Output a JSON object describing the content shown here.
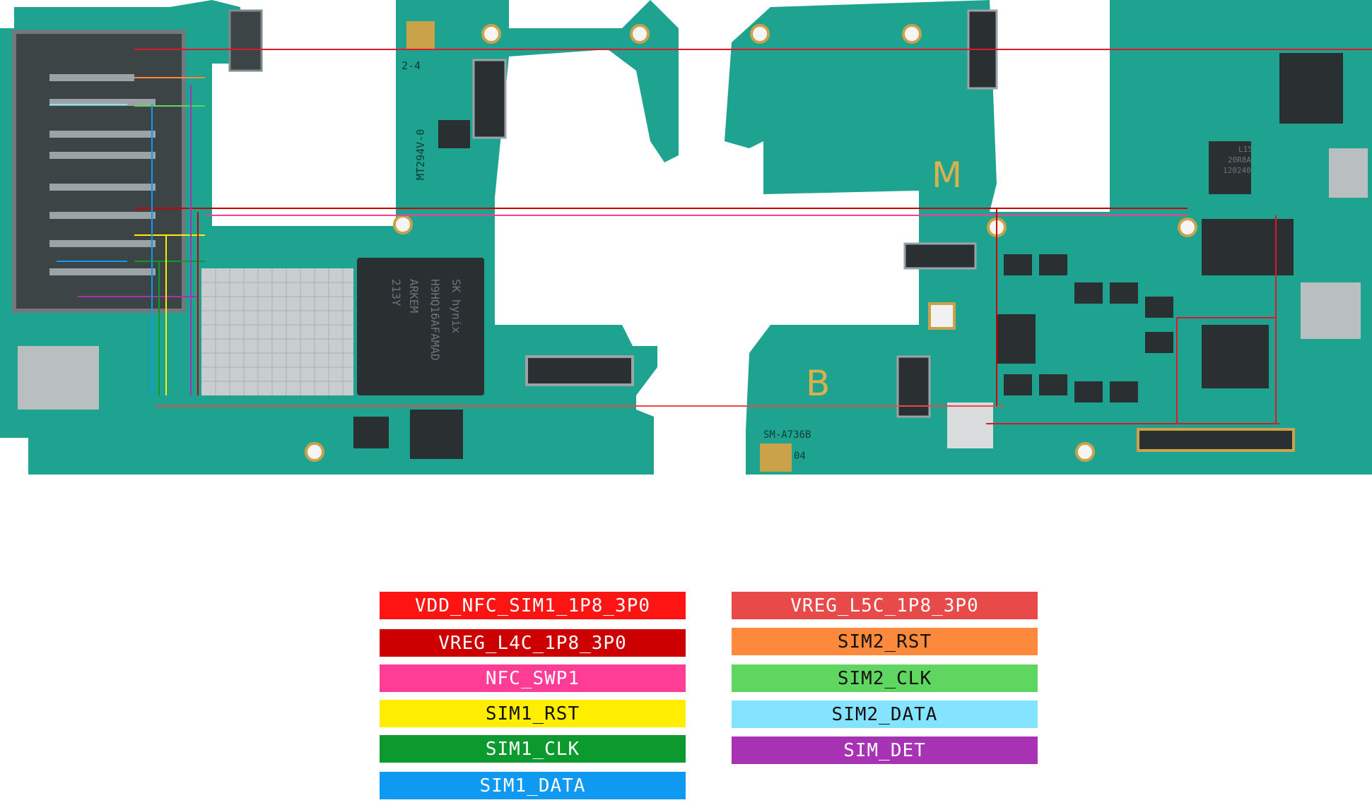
{
  "board": {
    "left_panel_labels": [
      "2-4",
      "MT294V-0",
      "SK hynix",
      "H9HQ16AFAMAD",
      "ARKEM",
      "213Y"
    ],
    "right_panel_labels": [
      "M",
      "B",
      "SM-A736B",
      "04",
      "L15",
      "20R8A",
      "120240"
    ],
    "colors": {
      "pcb": "#1fa391",
      "pcb_dark": "#15806f",
      "ic": "#2a2f31",
      "shield": "#b9bec1",
      "signal_line": "#e0162b"
    }
  },
  "legend": {
    "left": [
      {
        "label": "VDD_NFC_SIM1_1P8_3P0",
        "color": "#ff1414",
        "text": "white"
      },
      {
        "label": "VREG_L4C_1P8_3P0",
        "color": "#cc0000",
        "text": "white"
      },
      {
        "label": "NFC_SWP1",
        "color": "#ff3c96",
        "text": "white"
      },
      {
        "label": "SIM1_RST",
        "color": "#ffee00",
        "text": "black"
      },
      {
        "label": "SIM1_CLK",
        "color": "#0c9a2e",
        "text": "white"
      },
      {
        "label": "SIM1_DATA",
        "color": "#0f99f0",
        "text": "white"
      }
    ],
    "right": [
      {
        "label": "VREG_L5C_1P8_3P0",
        "color": "#e84a4a",
        "text": "white"
      },
      {
        "label": "SIM2_RST",
        "color": "#fd8a3c",
        "text": "black"
      },
      {
        "label": "SIM2_CLK",
        "color": "#5fd65f",
        "text": "black"
      },
      {
        "label": "SIM2_DATA",
        "color": "#84e3ff",
        "text": "black"
      },
      {
        "label": "SIM_DET",
        "color": "#a832b4",
        "text": "white"
      }
    ]
  }
}
